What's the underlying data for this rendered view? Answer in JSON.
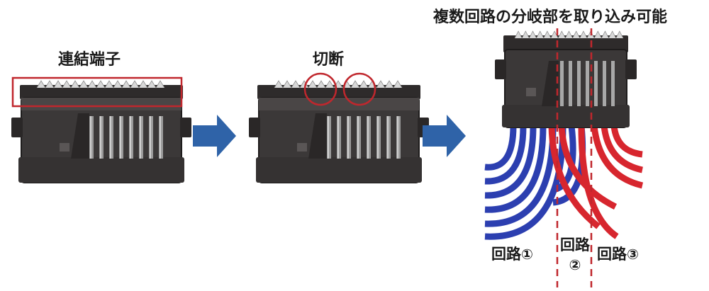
{
  "headline": "複数回路の分岐部を取り込み可能",
  "step1": {
    "label": "連結端子"
  },
  "step2": {
    "label": "切断"
  },
  "circuits": {
    "c1_text": "回路",
    "c1_num": "①",
    "c2_text": "回路",
    "c2_num": "②",
    "c3_text": "回路",
    "c3_num": "③"
  },
  "colors": {
    "housing": "#3b3838",
    "housing_edge": "#1e1c1c",
    "pins": "#bdbdbd",
    "arrow": "#2f63a8",
    "highlight": "#c0272d",
    "wire_blue": "#2c3fb0",
    "wire_red": "#d7262e"
  }
}
